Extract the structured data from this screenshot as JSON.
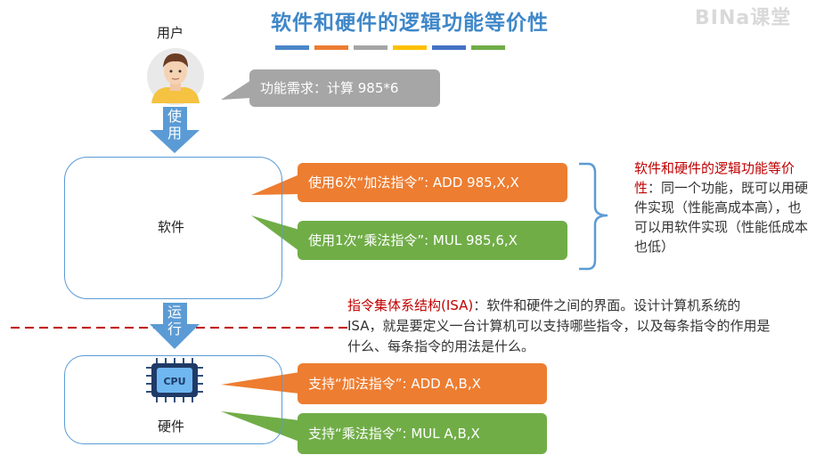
{
  "title": "软件和硬件的逻辑功能等价性",
  "watermark": "BINa课堂",
  "title_bar_colors": [
    "#4a86c8",
    "#ed7d31",
    "#a5a5a5",
    "#ffc000",
    "#4472c4",
    "#70ad47"
  ],
  "user": {
    "label": "用户",
    "request": "功能需求：计算 985*6"
  },
  "arrows": {
    "use": [
      "使",
      "用"
    ],
    "run": [
      "运",
      "行"
    ]
  },
  "software": {
    "label": "软件",
    "add_usage": "使用6次“加法指令”: ADD 985,X,X",
    "mul_usage": "使用1次“乘法指令”: MUL 985,6,X"
  },
  "hardware": {
    "label": "硬件",
    "cpu_icon_text": "CPU",
    "add_support": "支持“加法指令”: ADD A,B,X",
    "mul_support": "支持“乘法指令”: MUL A,B,X"
  },
  "equivalence": {
    "term": "软件和硬件的逻辑功能等价性",
    "body": "：同一个功能，既可以用硬件实现（性能高成本高），也可以用软件实现（性能低成本也低）"
  },
  "isa": {
    "term": "指令集体系结构(ISA)",
    "body": "：软件和硬件之间的界面。设计计算机系统的ISA，就是要定义一台计算机可以支持哪些指令，以及每条指令的作用是什么、每条指令的用法是什么。"
  },
  "colors": {
    "blue_arrow": "#5b9bd5",
    "orange": "#ed7d31",
    "green": "#70ad47",
    "gray": "#a6a6a6",
    "red": "#c00000"
  }
}
